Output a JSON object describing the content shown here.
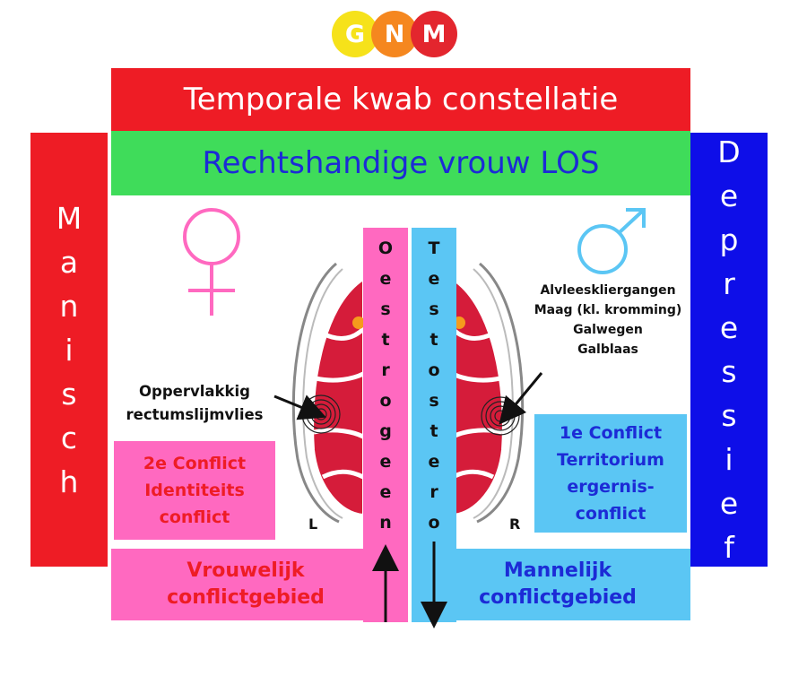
{
  "logo": {
    "letters": [
      "G",
      "N",
      "M"
    ]
  },
  "title": "Temporale kwab constellatie",
  "subtitle": "Rechtshandige vrouw LOS",
  "left_bar_letters": [
    "M",
    "a",
    "n",
    "i",
    "s",
    "c",
    "h"
  ],
  "right_bar_letters": [
    "D",
    "e",
    "p",
    "r",
    "e",
    "s",
    "s",
    "i",
    "e",
    "f"
  ],
  "oestrogeen_letters": [
    "O",
    "e",
    "s",
    "t",
    "r",
    "o",
    "g",
    "e",
    "e",
    "n"
  ],
  "testosteron_letters": [
    "T",
    "e",
    "s",
    "t",
    "o",
    "s",
    "t",
    "e",
    "r",
    "o",
    "n"
  ],
  "organs_label": [
    "Alvleeskliergangen",
    "Maag (kl. kromming)",
    "Galwegen",
    "Galblaas"
  ],
  "rectum_label": [
    "Oppervlakkig",
    "rectumslijmvlies"
  ],
  "conflict_2": [
    "2e Conflict",
    "Identiteits",
    "conflict"
  ],
  "conflict_1": [
    "1e Conflict",
    "Territorium",
    "ergernis-",
    "conflict"
  ],
  "bottom_left": [
    "Vrouwelijk",
    "conflictgebied"
  ],
  "bottom_right": [
    "Mannelijk",
    "conflictgebied"
  ],
  "brain_left_label": "L",
  "brain_right_label": "R",
  "colors": {
    "red": "#ee1c25",
    "green": "#3fdc5a",
    "blue": "#0e0ee8",
    "pink": "#ff69c0",
    "light_blue": "#5bc6f4",
    "text_blue": "#1c2bd6"
  }
}
